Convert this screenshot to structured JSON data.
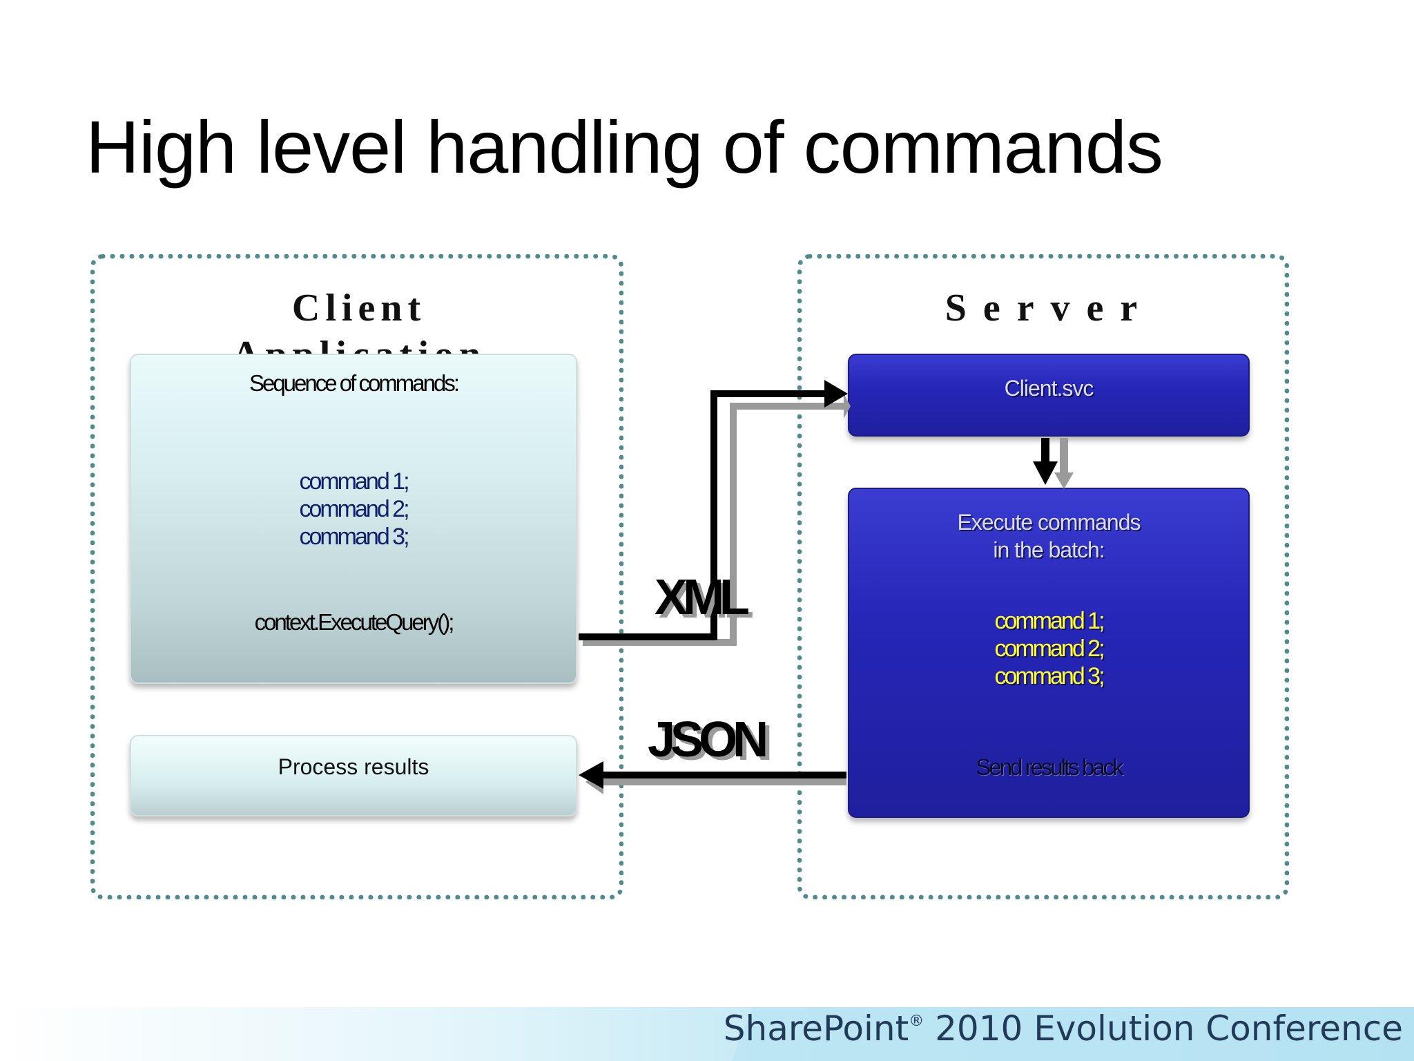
{
  "title": "High level handling of commands",
  "client_region": {
    "title": "Client Application",
    "sequence_box": {
      "heading": "Sequence of commands:",
      "commands": [
        "command 1;",
        "command 2;",
        "command 3;"
      ],
      "execute": "context.ExecuteQuery();"
    },
    "results_box": {
      "label": "Process results"
    }
  },
  "server_region": {
    "title": "Server",
    "endpoint_box": {
      "label": "Client.svc"
    },
    "execute_box": {
      "heading_line1": "Execute commands",
      "heading_line2": "in the batch:",
      "commands": [
        "command 1;",
        "command 2;",
        "command 3;"
      ],
      "send_back": "Send results back"
    }
  },
  "arrows": {
    "request_label": "XML",
    "response_label": "JSON"
  },
  "footer": {
    "brand": "SharePoint",
    "mark": "®",
    "event": "2010 Evolution Conference"
  },
  "colors": {
    "region_border": "#4f8a8f",
    "server_box": "#2626b8",
    "client_command_text": "#0f1f6e",
    "server_command_text": "#ffff33"
  }
}
